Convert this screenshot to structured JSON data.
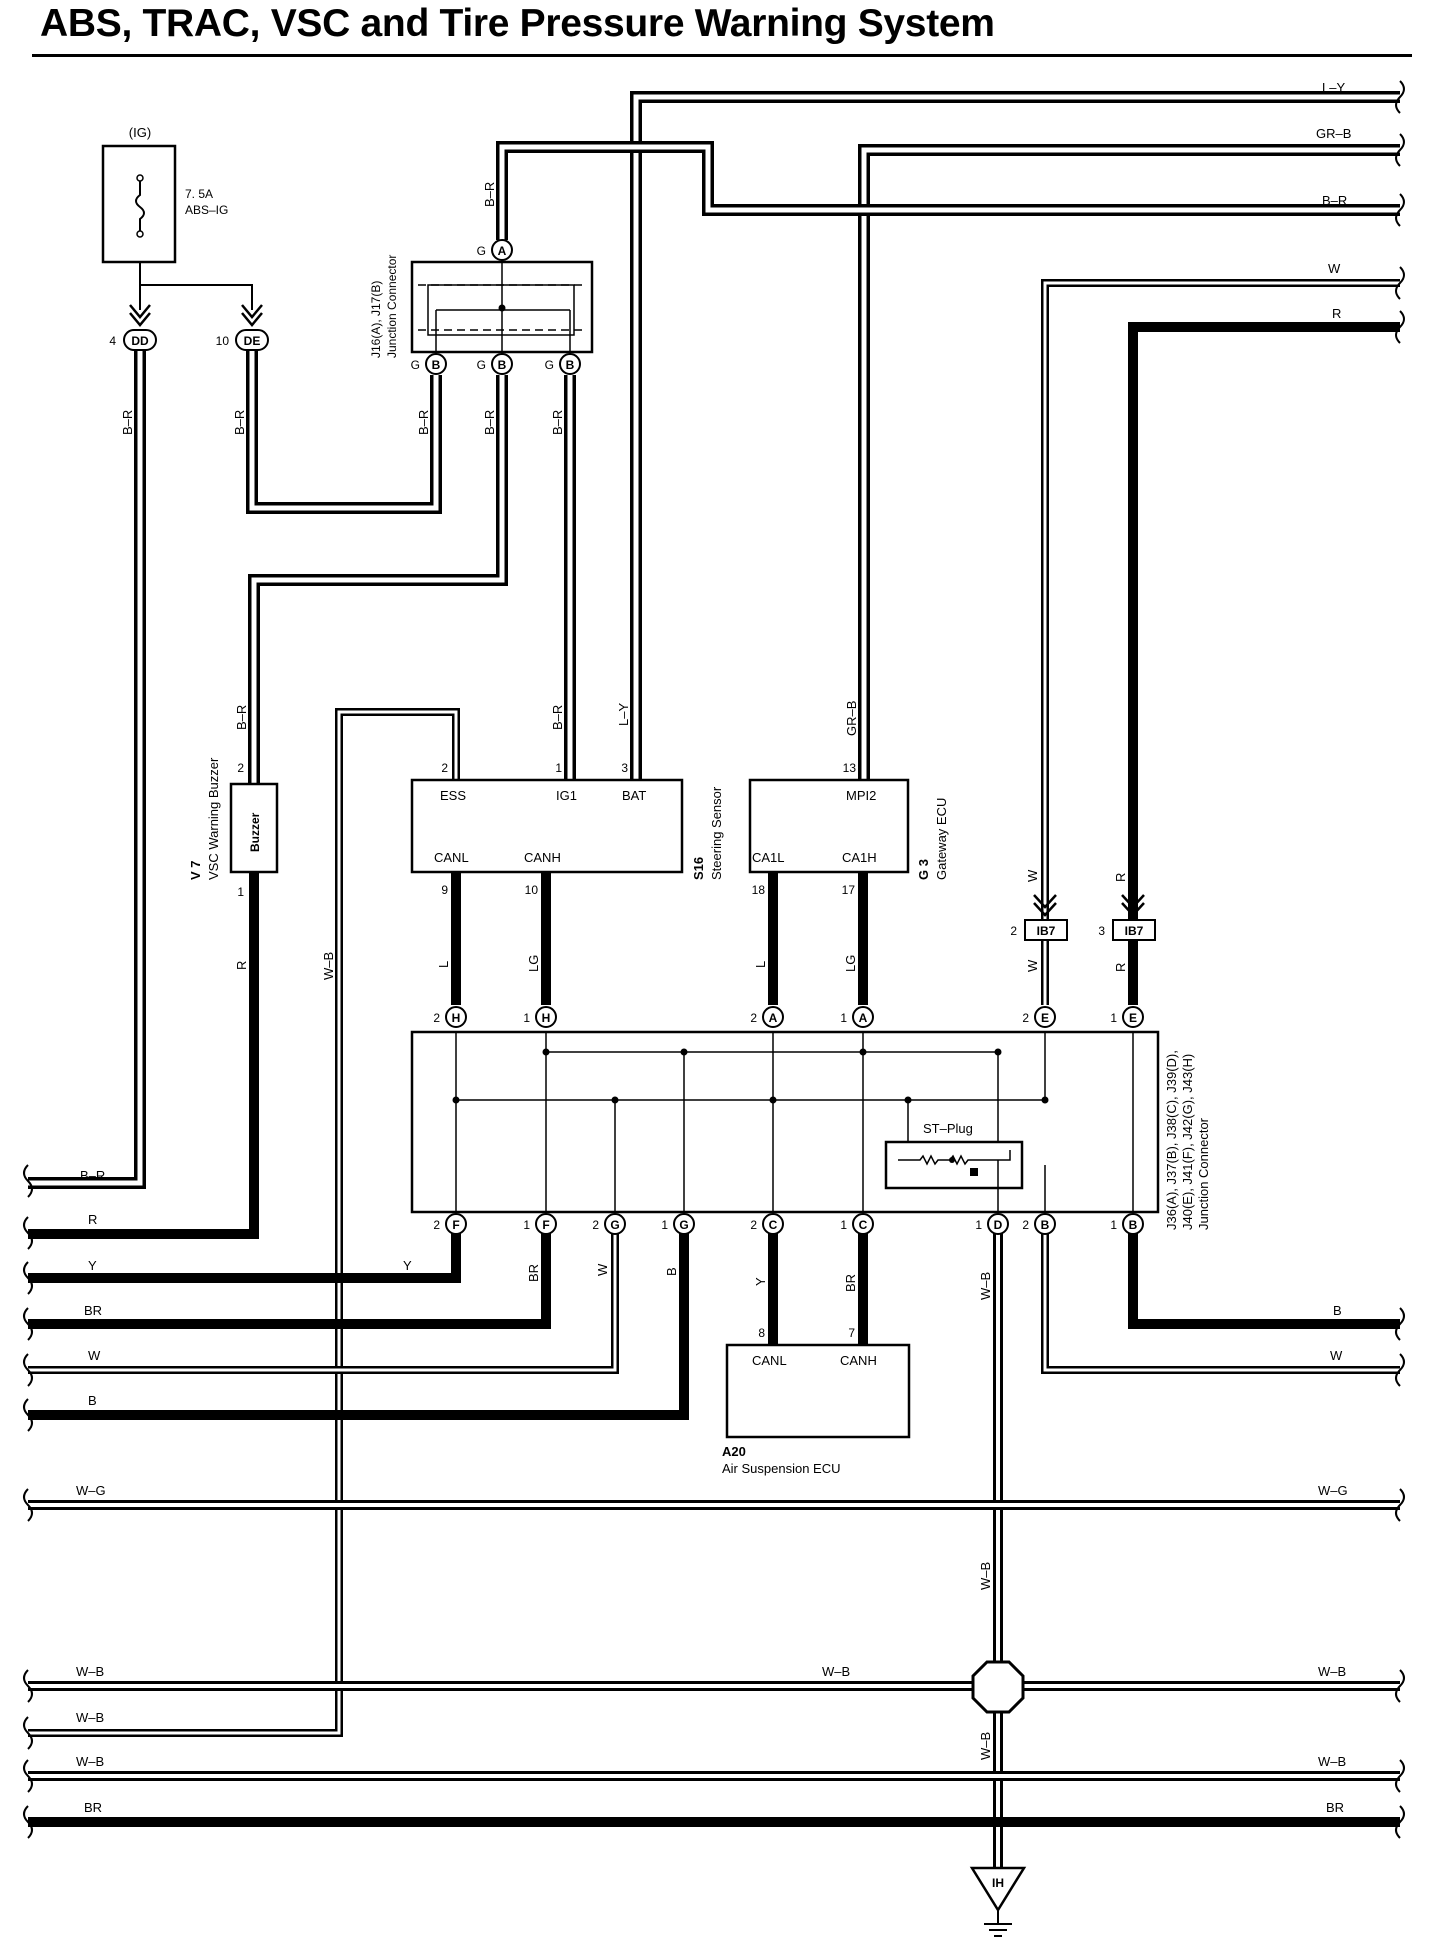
{
  "title": "ABS, TRAC, VSC and Tire Pressure Warning System",
  "fuse": {
    "source": "(IG)",
    "rating": "7. 5A",
    "name": "ABS–IG"
  },
  "connectors": {
    "dd": {
      "pin": "4",
      "code": "DD"
    },
    "de": {
      "pin": "10",
      "code": "DE"
    },
    "j16": {
      "ref": "J16(A), J17(B)",
      "name": "Junction Connector",
      "pin_a": "A",
      "pin_b": "B",
      "pin_g": "G"
    },
    "j36": {
      "ref1": "J36(A), J37(B), J38(C), J39(D),",
      "ref2": "J40(E), J41(F), J42(G), J43(H)",
      "name": "Junction Connector"
    },
    "ib7": {
      "code": "IB7",
      "pin_w": "2",
      "pin_r": "3"
    }
  },
  "components": {
    "buzzer": {
      "ref": "V 7",
      "name": "VSC Warning Buzzer",
      "label": "Buzzer",
      "pin_top": "2",
      "pin_bottom": "1"
    },
    "steering": {
      "ref": "S16",
      "name": "Steering Sensor",
      "ess": "ESS",
      "ig1": "IG1",
      "bat": "BAT",
      "canl": "CANL",
      "canh": "CANH",
      "pin_ess": "2",
      "pin_ig1": "1",
      "pin_bat": "3",
      "pin_canl": "9",
      "pin_canh": "10"
    },
    "gateway": {
      "ref": "G 3",
      "name": "Gateway ECU",
      "mpi2": "MPI2",
      "ca1l": "CA1L",
      "ca1h": "CA1H",
      "pin_mpi2": "13",
      "pin_ca1l": "18",
      "pin_ca1h": "17"
    },
    "air_susp": {
      "ref": "A20",
      "name": "Air Suspension ECU",
      "canl": "CANL",
      "canh": "CANH",
      "pin_canl": "8",
      "pin_canh": "7"
    },
    "st_plug": {
      "label": "ST–Plug"
    },
    "ground": {
      "code": "IH"
    }
  },
  "junction_pins": {
    "top": [
      {
        "pin": "2",
        "letter": "H"
      },
      {
        "pin": "1",
        "letter": "H"
      },
      {
        "pin": "2",
        "letter": "A"
      },
      {
        "pin": "1",
        "letter": "A"
      },
      {
        "pin": "2",
        "letter": "E"
      },
      {
        "pin": "1",
        "letter": "E"
      }
    ],
    "bottom": [
      {
        "pin": "2",
        "letter": "F"
      },
      {
        "pin": "1",
        "letter": "F"
      },
      {
        "pin": "2",
        "letter": "G"
      },
      {
        "pin": "1",
        "letter": "G"
      },
      {
        "pin": "2",
        "letter": "C"
      },
      {
        "pin": "1",
        "letter": "C"
      },
      {
        "pin": "1",
        "letter": "D"
      },
      {
        "pin": "2",
        "letter": "B"
      },
      {
        "pin": "1",
        "letter": "B"
      }
    ]
  },
  "wire_colors": {
    "ly": "L–Y",
    "grb": "GR–B",
    "br_": "B–R",
    "w": "W",
    "r": "R",
    "y": "Y",
    "br": "BR",
    "b": "B",
    "wg": "W–G",
    "wb": "W–B",
    "l": "L",
    "lg": "LG"
  }
}
